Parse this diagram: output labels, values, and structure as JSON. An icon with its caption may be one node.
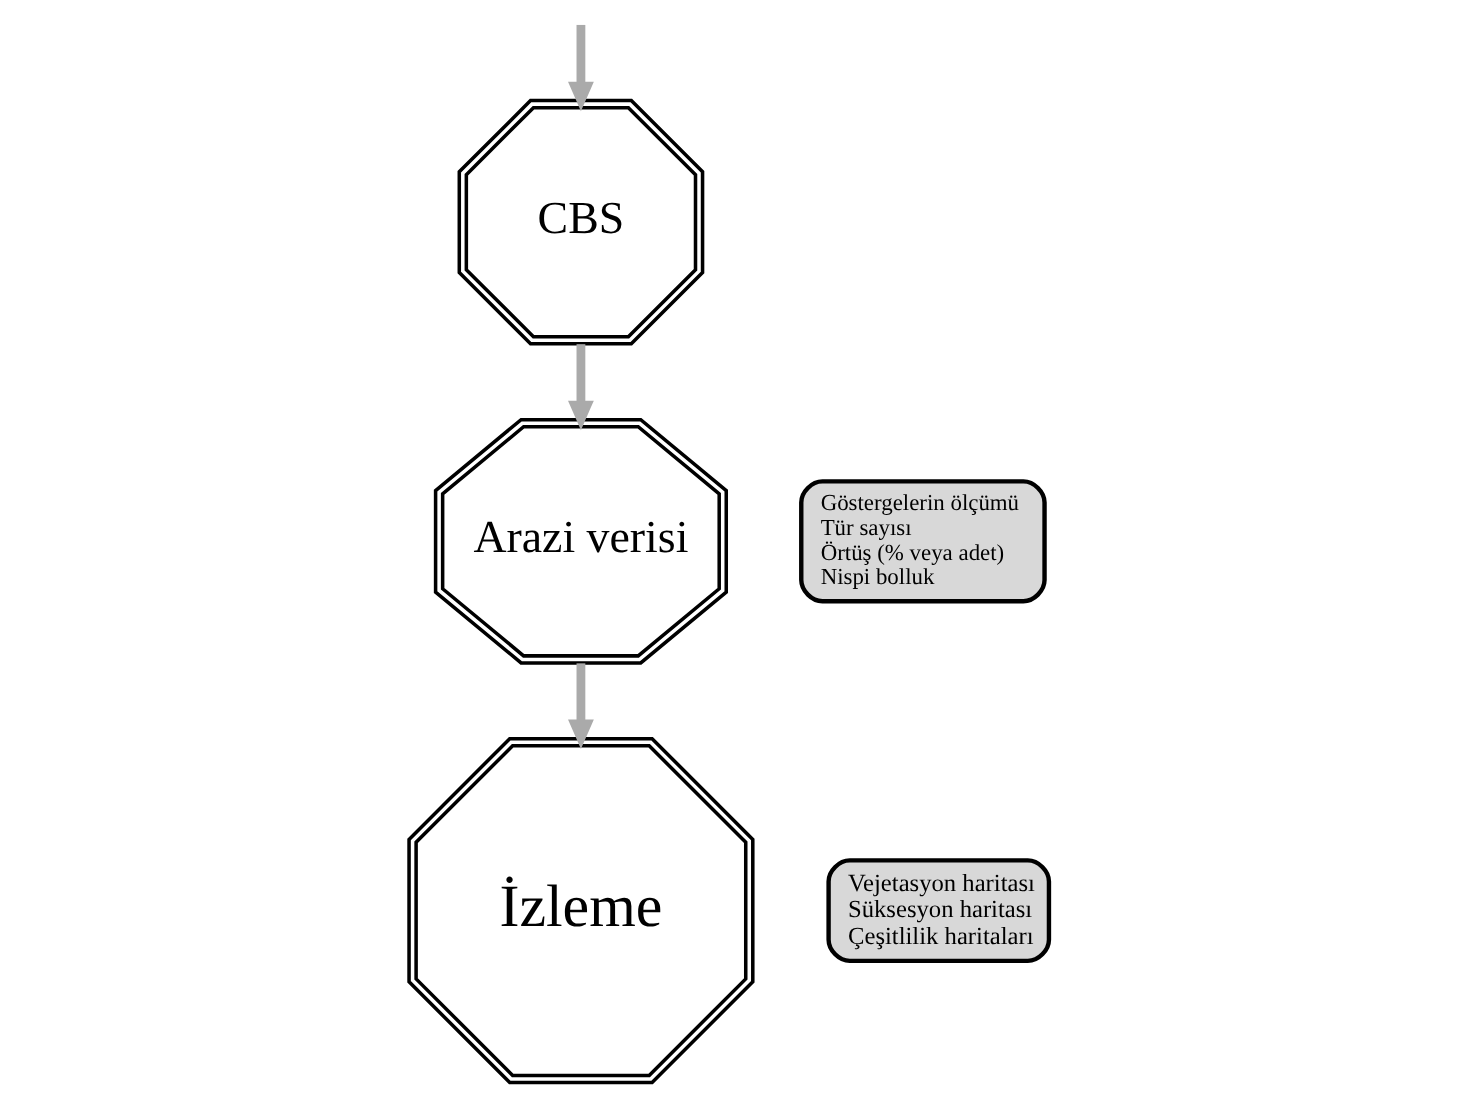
{
  "diagram": {
    "nodes": [
      {
        "text": [
          "Arazi verisi"
        ]
      },
      {
        "text": [
          "Göstergelerin ölçümü",
          "Tür sayısı",
          "Örtüş (% veya adet)",
          "Nispi bolluk"
        ]
      },
      {
        "text": [
          "CBS"
        ]
      },
      {
        "text": [
          "İzleme"
        ]
      },
      {
        "text": [
          "Vejetasyon haritası",
          "Süksesyon haritası",
          "Çeşitlilik haritaları"
        ]
      }
    ],
    "edges": [
      {
        "from": 2,
        "to": 0,
        "arrow": "to"
      },
      {
        "from": null,
        "to": 2,
        "arrow": "to"
      },
      {
        "from": 0,
        "to": 3,
        "arrow": "to"
      }
    ]
  }
}
